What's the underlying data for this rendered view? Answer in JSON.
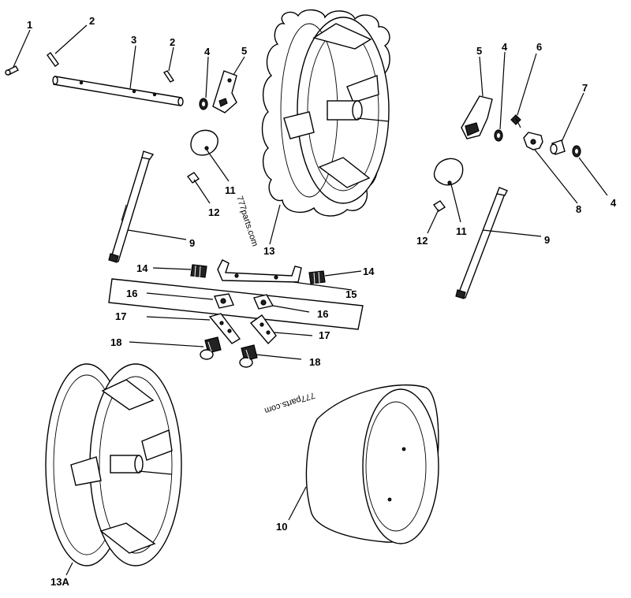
{
  "watermark_1": "777parts.com",
  "watermark_2": "777parts.com",
  "callouts": {
    "c1": "1",
    "c2a": "2",
    "c2b": "2",
    "c3": "3",
    "c4a": "4",
    "c5a": "5",
    "c4b": "4",
    "c5b": "5",
    "c6": "6",
    "c7": "7",
    "c4c": "4",
    "c8": "8",
    "c11a": "11",
    "c12a": "12",
    "c13": "13",
    "c9a": "9",
    "c11b": "11",
    "c12b": "12",
    "c9b": "9",
    "c14a": "14",
    "c14b": "14",
    "c15": "15",
    "c16a": "16",
    "c16b": "16",
    "c17a": "17",
    "c17b": "17",
    "c18a": "18",
    "c18b": "18",
    "c10": "10",
    "c13a": "13A"
  }
}
